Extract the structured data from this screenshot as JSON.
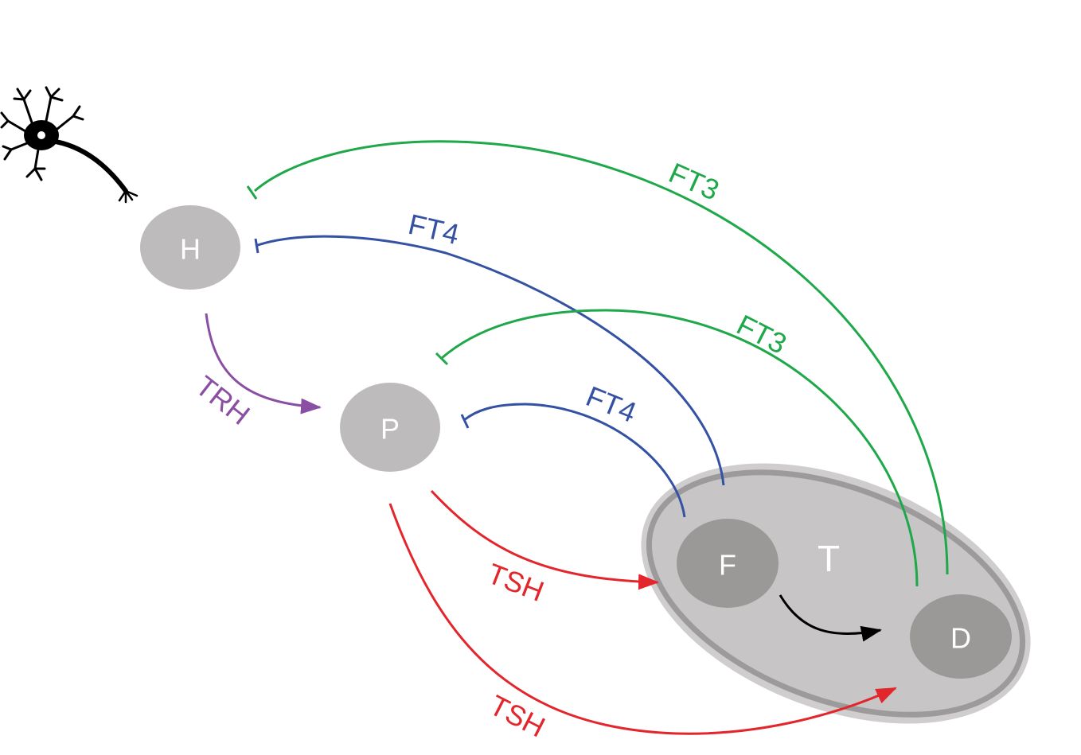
{
  "colors": {
    "purple": "#8a4fa3",
    "blue": "#3451a3",
    "green": "#1fa84a",
    "red": "#e3262b",
    "black": "#000000",
    "node_light": "#bdbbbb",
    "node_dark": "#9b9898",
    "thyroid_fill": "#c7c5c5",
    "thyroid_outer": "#cfcdcd",
    "thyroid_ring": "#9c9a9a"
  },
  "icons": {
    "neuron": "neuron-icon"
  },
  "nodes": {
    "hypothalamus": {
      "label": "H"
    },
    "pituitary": {
      "label": "P"
    },
    "thyroid": {
      "label": "T"
    },
    "follicle": {
      "label": "F"
    },
    "deiodinase": {
      "label": "D"
    }
  },
  "edges": {
    "trh": {
      "label": "TRH",
      "kind": "stimulation"
    },
    "ft3_to_h": {
      "label": "FT3",
      "kind": "inhibition"
    },
    "ft4_to_h": {
      "label": "FT4",
      "kind": "inhibition"
    },
    "ft3_to_p": {
      "label": "FT3",
      "kind": "inhibition"
    },
    "ft4_to_p": {
      "label": "FT4",
      "kind": "inhibition"
    },
    "tsh_to_f": {
      "label": "TSH",
      "kind": "stimulation"
    },
    "tsh_to_d": {
      "label": "TSH",
      "kind": "stimulation"
    },
    "f_to_d": {
      "label": "",
      "kind": "conversion"
    }
  }
}
